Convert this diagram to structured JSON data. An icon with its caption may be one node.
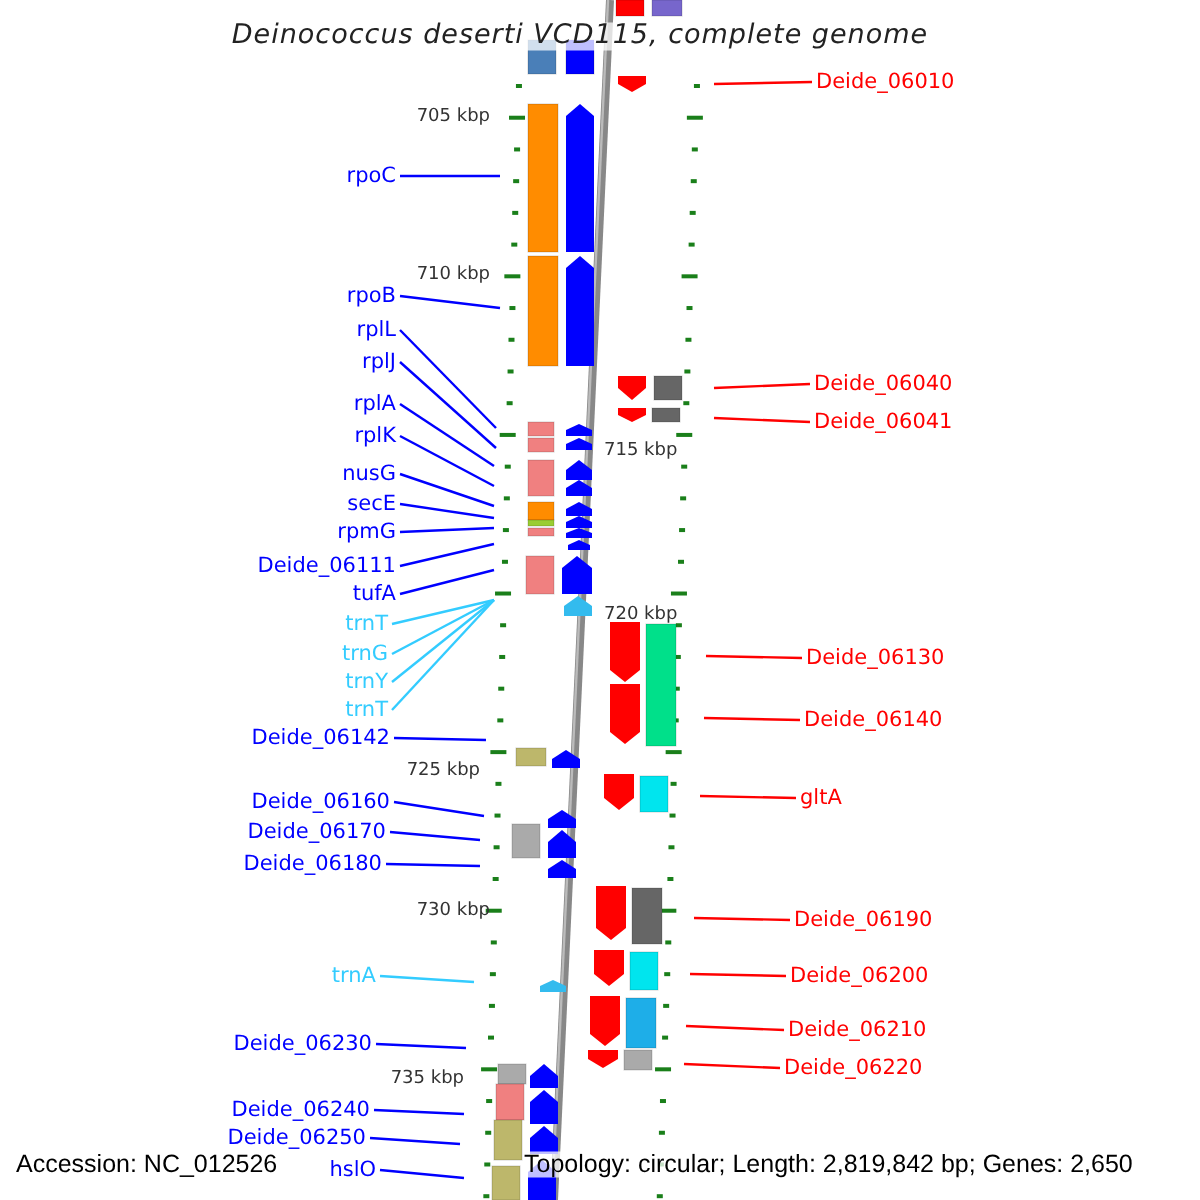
{
  "diagram": {
    "title": "Deinococcus deserti VCD115, complete genome",
    "nodes": [
      {
        "text": [
          "rpoC"
        ]
      },
      {
        "text": [
          "rpoB"
        ]
      },
      {
        "text": [
          "rplL"
        ]
      },
      {
        "text": [
          "rplJ"
        ]
      },
      {
        "text": [
          "rplA"
        ]
      },
      {
        "text": [
          "rplK"
        ]
      },
      {
        "text": [
          "nusG"
        ]
      },
      {
        "text": [
          "secE"
        ]
      },
      {
        "text": [
          "rpmG"
        ]
      },
      {
        "text": [
          "Deide_06111"
        ]
      },
      {
        "text": [
          "tufA"
        ]
      },
      {
        "text": [
          "trnT"
        ]
      },
      {
        "text": [
          "trnG"
        ]
      },
      {
        "text": [
          "trnY"
        ]
      },
      {
        "text": [
          "trnT"
        ]
      },
      {
        "text": [
          "Deide_06142"
        ]
      },
      {
        "text": [
          "Deide_06160"
        ]
      },
      {
        "text": [
          "Deide_06170"
        ]
      },
      {
        "text": [
          "Deide_06180"
        ]
      },
      {
        "text": [
          "trnA"
        ]
      },
      {
        "text": [
          "Deide_06230"
        ]
      },
      {
        "text": [
          "Deide_06240"
        ]
      },
      {
        "text": [
          "Deide_06250"
        ]
      },
      {
        "text": [
          "hslO"
        ]
      },
      {
        "text": [
          "Deide_06010"
        ]
      },
      {
        "text": [
          "Deide_06040"
        ]
      },
      {
        "text": [
          "Deide_06041"
        ]
      },
      {
        "text": [
          "Deide_06130"
        ]
      },
      {
        "text": [
          "Deide_06140"
        ]
      },
      {
        "text": [
          "gltA"
        ]
      },
      {
        "text": [
          "Deide_06190"
        ]
      },
      {
        "text": [
          "Deide_06200"
        ]
      },
      {
        "text": [
          "Deide_06210"
        ]
      },
      {
        "text": [
          "Deide_06220"
        ]
      }
    ],
    "edges": [
      {
        "from": 0,
        "to": null,
        "arrow": "none"
      },
      {
        "from": 1,
        "to": null,
        "arrow": "none"
      },
      {
        "from": 2,
        "to": null,
        "arrow": "none"
      },
      {
        "from": 3,
        "to": null,
        "arrow": "none"
      },
      {
        "from": 4,
        "to": null,
        "arrow": "none"
      },
      {
        "from": 5,
        "to": null,
        "arrow": "none"
      },
      {
        "from": 6,
        "to": null,
        "arrow": "none"
      },
      {
        "from": 7,
        "to": null,
        "arrow": "none"
      },
      {
        "from": 8,
        "to": null,
        "arrow": "none"
      },
      {
        "from": 9,
        "to": null,
        "arrow": "none"
      },
      {
        "from": 10,
        "to": null,
        "arrow": "none"
      },
      {
        "from": 11,
        "to": null,
        "arrow": "none",
        "color": "#33ccff"
      },
      {
        "from": 12,
        "to": null,
        "arrow": "none",
        "color": "#33ccff"
      },
      {
        "from": 13,
        "to": null,
        "arrow": "none",
        "color": "#33ccff"
      },
      {
        "from": 14,
        "to": null,
        "arrow": "none",
        "color": "#33ccff"
      },
      {
        "from": 15,
        "to": null,
        "arrow": "none"
      },
      {
        "from": 16,
        "to": null,
        "arrow": "none"
      },
      {
        "from": 17,
        "to": null,
        "arrow": "none"
      },
      {
        "from": 18,
        "to": null,
        "arrow": "none"
      },
      {
        "from": 19,
        "to": null,
        "arrow": "none",
        "color": "#33ccff"
      },
      {
        "from": 20,
        "to": null,
        "arrow": "none"
      },
      {
        "from": 21,
        "to": null,
        "arrow": "none"
      },
      {
        "from": 22,
        "to": null,
        "arrow": "none"
      },
      {
        "from": 23,
        "to": null,
        "arrow": "none"
      },
      {
        "from": 24,
        "to": null,
        "arrow": "none",
        "color": "#ff0000"
      },
      {
        "from": 25,
        "to": null,
        "arrow": "none",
        "color": "#ff0000"
      },
      {
        "from": 26,
        "to": null,
        "arrow": "none",
        "color": "#ff0000"
      },
      {
        "from": 27,
        "to": null,
        "arrow": "none",
        "color": "#ff0000"
      },
      {
        "from": 28,
        "to": null,
        "arrow": "none",
        "color": "#ff0000"
      },
      {
        "from": 29,
        "to": null,
        "arrow": "none",
        "color": "#ff0000"
      },
      {
        "from": 30,
        "to": null,
        "arrow": "none",
        "color": "#ff0000"
      },
      {
        "from": 31,
        "to": null,
        "arrow": "none",
        "color": "#ff0000"
      },
      {
        "from": 32,
        "to": null,
        "arrow": "none",
        "color": "#ff0000"
      },
      {
        "from": 33,
        "to": null,
        "arrow": "none",
        "color": "#ff0000"
      }
    ],
    "labels": [
      "705 kbp",
      "710 kbp",
      "715 kbp",
      "720 kbp",
      "725 kbp",
      "730 kbp",
      "735 kbp",
      "Accession: NC_012526",
      "Topology: circular; Length: 2,819,842 bp; Genes: 2,650"
    ]
  }
}
